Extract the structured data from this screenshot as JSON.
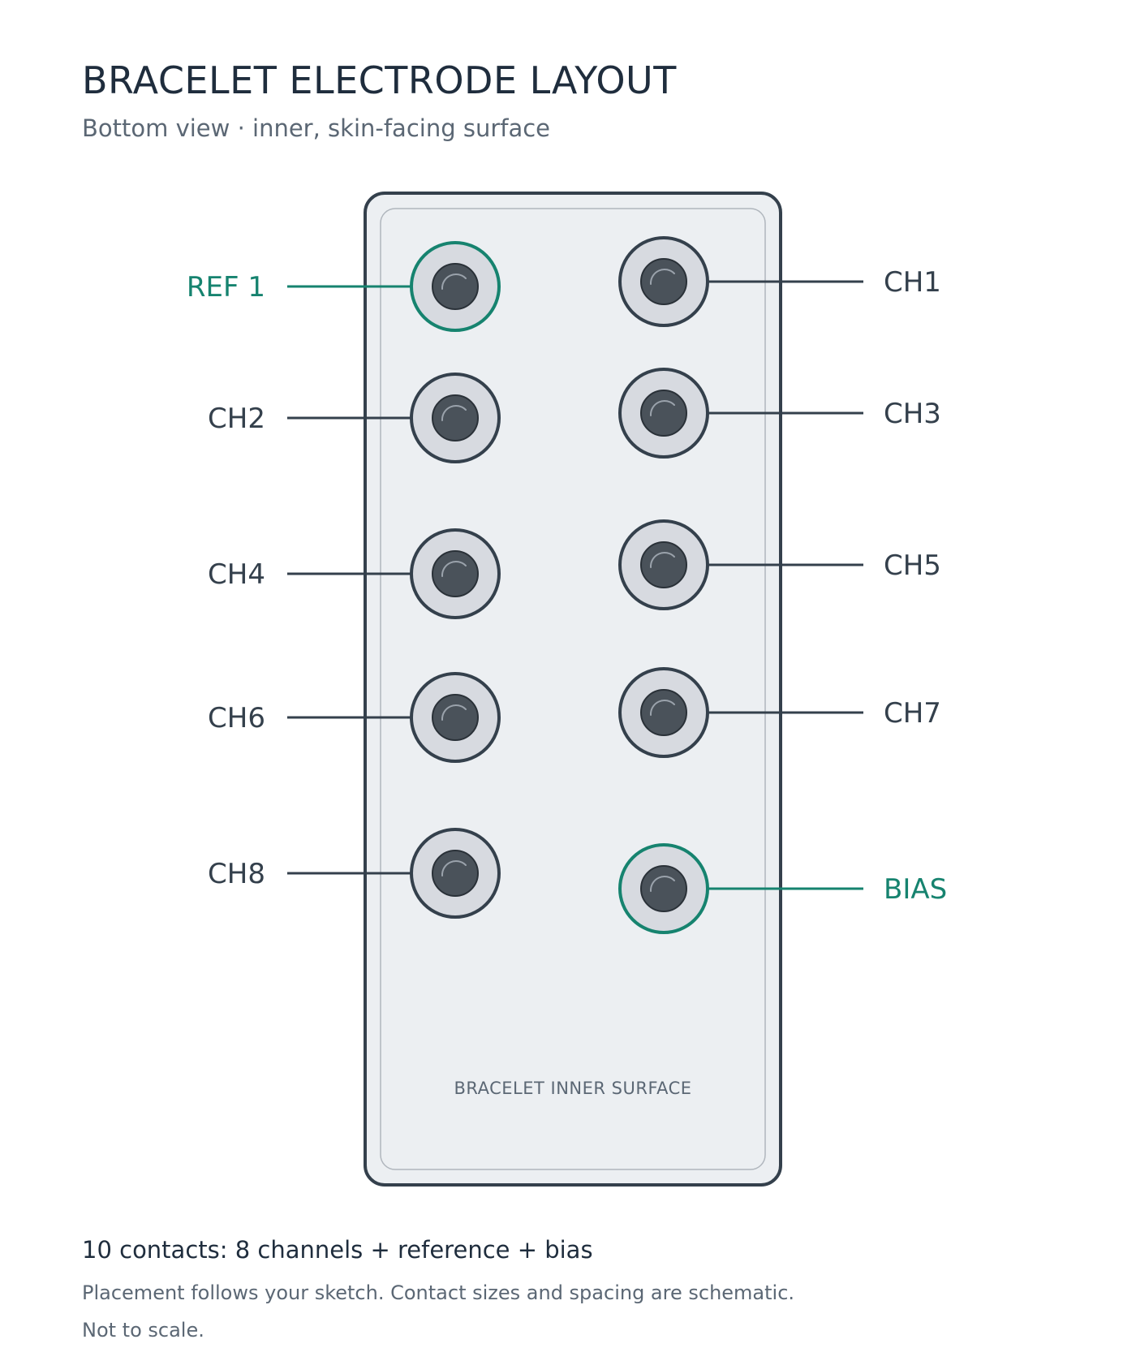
{
  "title": "BRACELET ELECTRODE LAYOUT",
  "subtitle": "Bottom view · inner, skin-facing surface",
  "band_label": "BRACELET INNER SURFACE",
  "colors": {
    "outline": "#34404c",
    "accent": "#16836f",
    "band_fill": "#eceff2",
    "ring_fill": "#d7dae0",
    "contact_fill": "#4a525a",
    "label": "#34404c"
  },
  "electrodes": [
    {
      "label": "REF 1",
      "role": "reference",
      "side": "left"
    },
    {
      "label": "CH1",
      "role": "channel",
      "side": "right"
    },
    {
      "label": "CH2",
      "role": "channel",
      "side": "left"
    },
    {
      "label": "CH3",
      "role": "channel",
      "side": "right"
    },
    {
      "label": "CH4",
      "role": "channel",
      "side": "left"
    },
    {
      "label": "CH5",
      "role": "channel",
      "side": "right"
    },
    {
      "label": "CH6",
      "role": "channel",
      "side": "left"
    },
    {
      "label": "CH7",
      "role": "channel",
      "side": "right"
    },
    {
      "label": "CH8",
      "role": "channel",
      "side": "left"
    },
    {
      "label": "BIAS",
      "role": "bias",
      "side": "right"
    }
  ],
  "summary": "10 contacts: 8 channels + reference + bias",
  "notes": [
    "Placement follows your sketch. Contact sizes and spacing are schematic.",
    "Not to scale."
  ]
}
